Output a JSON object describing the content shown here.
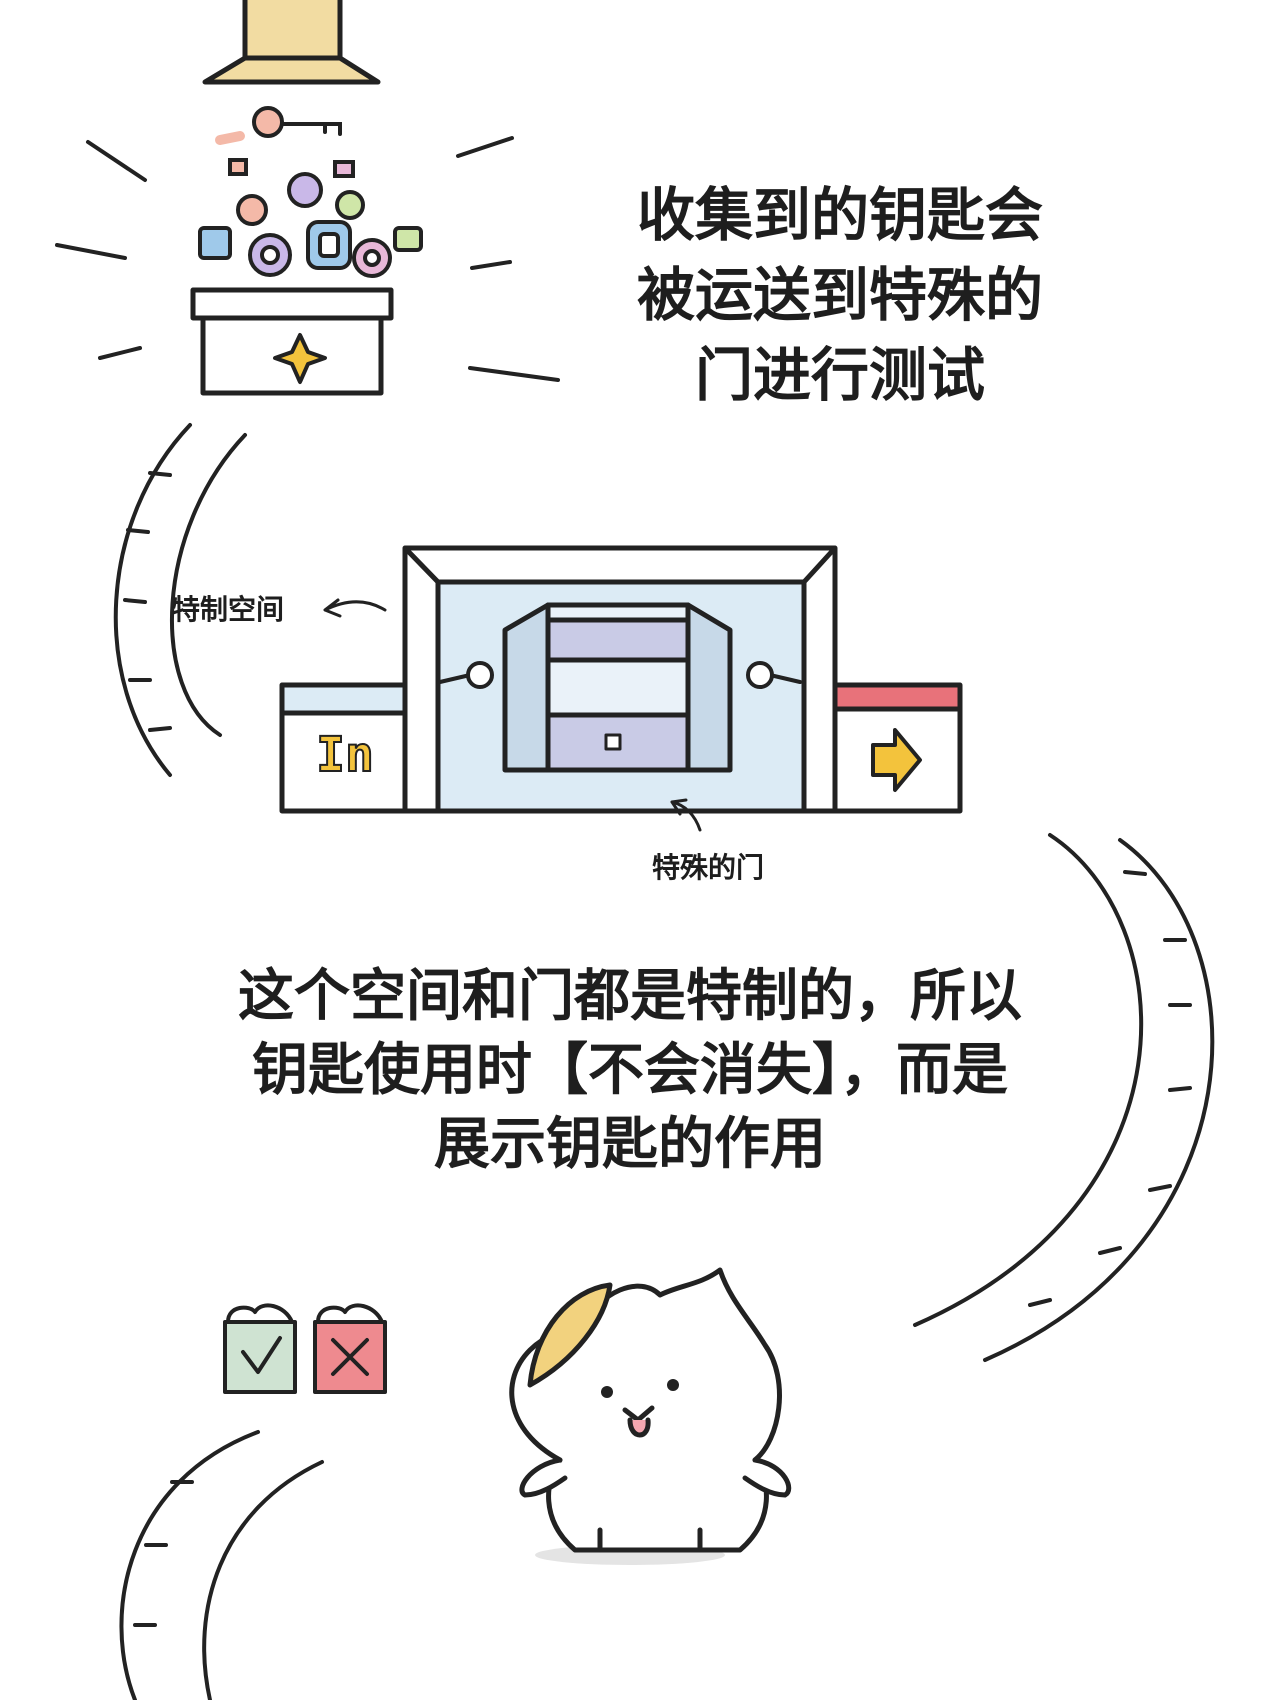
{
  "captions": {
    "top": [
      "收集到的钥匙会",
      "被运送到特殊的",
      "门进行测试"
    ],
    "middle": [
      "这个空间和门都是特制的，所以",
      "钥匙使用时【不会消失】，而是",
      "展示钥匙的作用"
    ]
  },
  "labels": {
    "special_space": "特制空间",
    "special_door": "特殊的门"
  },
  "machine": {
    "entrance_sign": "In"
  },
  "colors": {
    "chute": "#f2dca2",
    "door_room": "#dcebf5",
    "door_inner": "#c9cbe6",
    "exit_stripe": "#e8727a",
    "arrow": "#f3c33c",
    "check_box": "#cfe3d2",
    "cross_box": "#ee8a8f",
    "cat_patch": "#f2d27e"
  },
  "icons": [
    "key-icon",
    "sparkle-icon",
    "arrow-right-icon",
    "wrench-icon",
    "check-icon",
    "cross-icon",
    "cat-icon"
  ]
}
